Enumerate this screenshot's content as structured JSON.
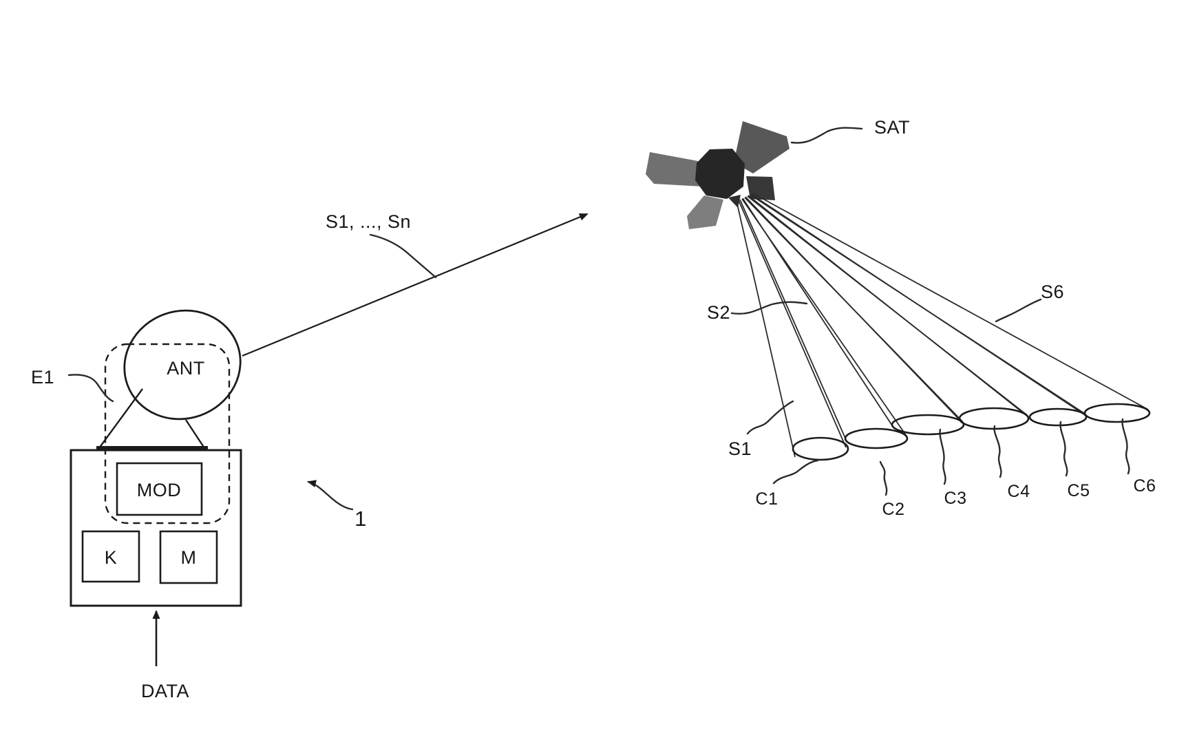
{
  "figure": {
    "background": "#ffffff",
    "ink": "#1b1b1b"
  },
  "terminal": {
    "unit_ref_label": "E1",
    "system_ref_label": "1",
    "antenna_label": "ANT",
    "modulator_label": "MOD",
    "key_block_label": "K",
    "memory_block_label": "M",
    "data_input_label": "DATA"
  },
  "uplink": {
    "signals_label": "S1, ..., Sn"
  },
  "satellite": {
    "label": "SAT"
  },
  "beam_labels": {
    "beam1": "S1",
    "beam2": "S2",
    "beam6": "S6"
  },
  "cells": [
    "C1",
    "C2",
    "C3",
    "C4",
    "C5",
    "C6"
  ],
  "colors": {
    "satellite_core": "#262626",
    "satellite_panel_left": "#707070",
    "satellite_panel_upper": "#585858",
    "satellite_panel_lower": "#7e7e7e",
    "satellite_panel_right": "#383838"
  }
}
